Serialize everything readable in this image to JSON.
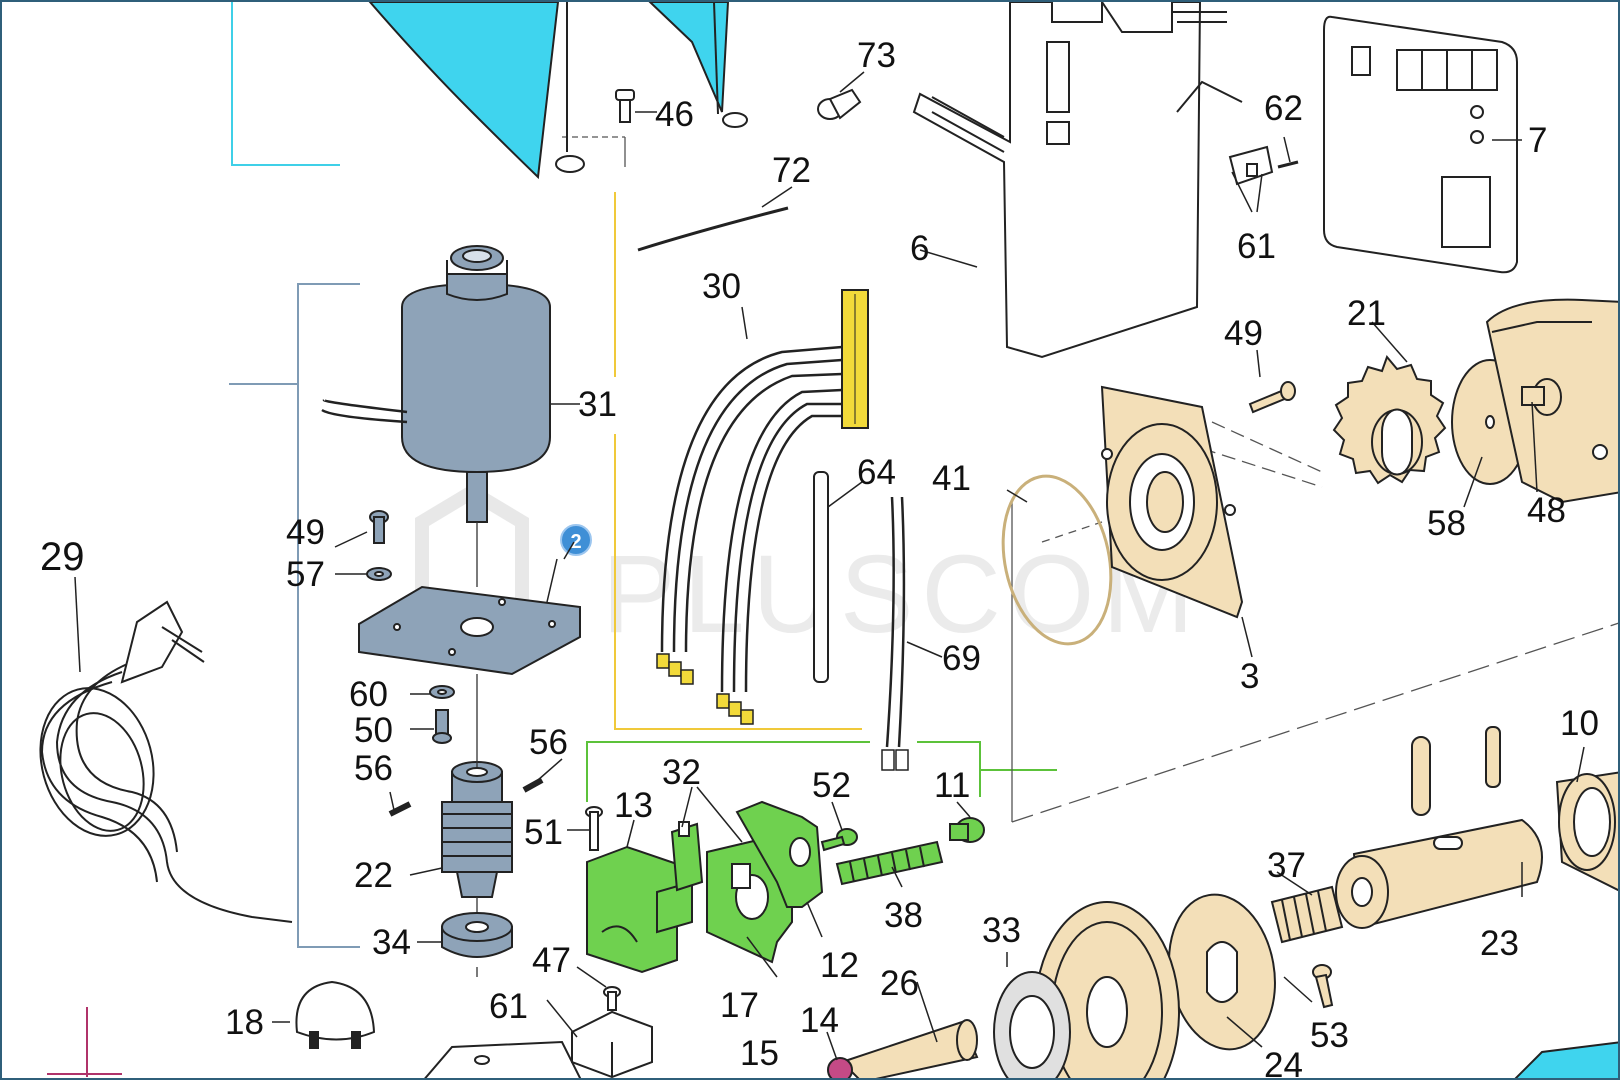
{
  "watermark": "PLUSCOM",
  "badge": "2",
  "labels": {
    "p3": "3",
    "p6": "6",
    "p7": "7",
    "p10": "10",
    "p11": "11",
    "p12": "12",
    "p13": "13",
    "p14": "14",
    "p15": "15",
    "p17": "17",
    "p18": "18",
    "p21": "21",
    "p22": "22",
    "p23": "23",
    "p24": "24",
    "p26": "26",
    "p29": "29",
    "p30": "30",
    "p31": "31",
    "p32": "32",
    "p33": "33",
    "p34": "34",
    "p37": "37",
    "p38": "38",
    "p41": "41",
    "p46": "46",
    "p47": "47",
    "p48": "48",
    "p49a": "49",
    "p49b": "49",
    "p50": "50",
    "p51": "51",
    "p52": "52",
    "p53": "53",
    "p56a": "56",
    "p56b": "56",
    "p57": "57",
    "p58": "58",
    "p60": "60",
    "p61a": "61",
    "p61b": "61",
    "p62": "62",
    "p64": "64",
    "p69": "69",
    "p72": "72",
    "p73": "73"
  },
  "colors": {
    "cyan_part": "#3fd4ee",
    "motor_blue": "#8ea3b8",
    "tan_part": "#f3dfb8",
    "green_part": "#6fd14f",
    "yellow_part": "#f2da3a",
    "group_cyan": "#3fd0e8",
    "group_blue": "#7f9bb5",
    "group_yellow": "#f0c93a",
    "group_green": "#5cc23a",
    "group_magenta": "#b0336a"
  }
}
